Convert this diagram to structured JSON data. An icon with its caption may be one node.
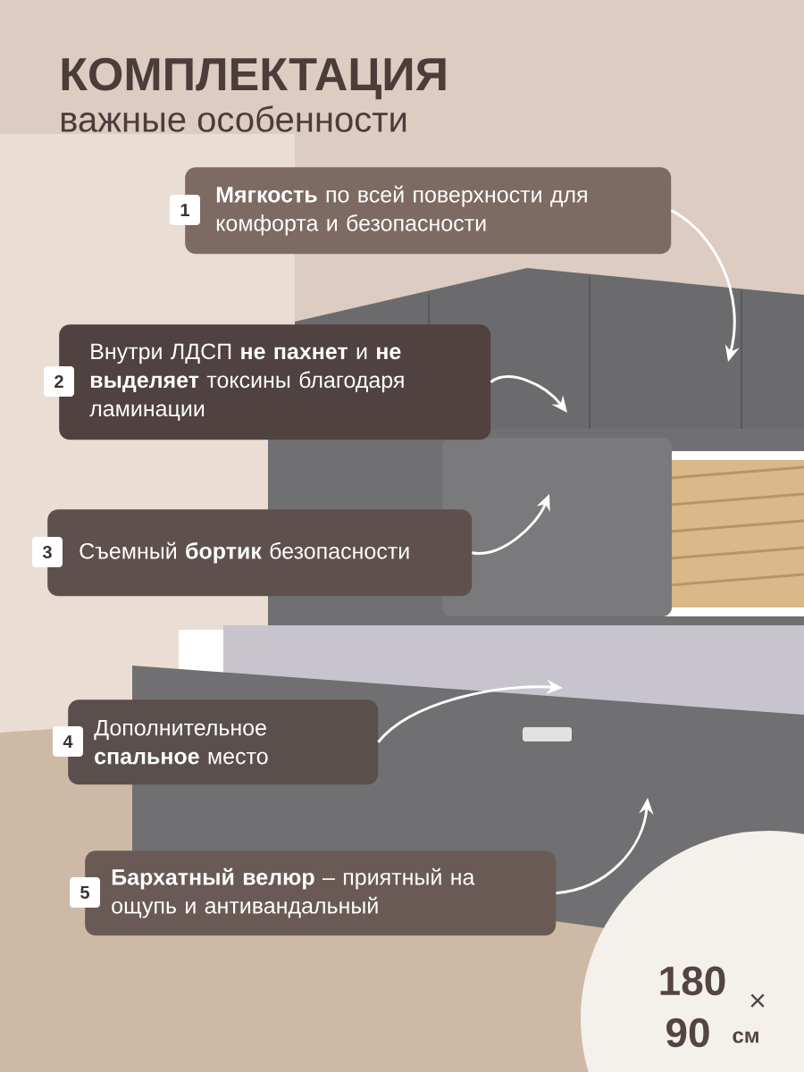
{
  "diagram": {
    "title": "КОМПЛЕКТАЦИЯ",
    "nodes": [
      {
        "text": [
          "1",
          "**Мягкость** по всей поверхности для комфорта и безопасности"
        ]
      },
      {
        "text": [
          "2",
          "Внутри ЛДСП **не пахнет** и **не выделяет** токсины благодаря ламинации"
        ]
      },
      {
        "text": [
          "3",
          "Съемный **бортик** безопасности"
        ]
      },
      {
        "text": [
          "4",
          "Дополнительное **спальное** место"
        ]
      },
      {
        "text": [
          "5",
          "**Бархатный велюр** – приятный на ощупь и антивандальный"
        ]
      },
      {
        "text": [
          "180",
          "×",
          "90",
          "см"
        ]
      }
    ],
    "edges": [
      {
        "from": 0,
        "to": null,
        "arrow": "to"
      },
      {
        "from": 1,
        "to": null,
        "arrow": "to"
      },
      {
        "from": 2,
        "to": null,
        "arrow": "to"
      },
      {
        "from": 3,
        "to": null,
        "arrow": "to"
      },
      {
        "from": 4,
        "to": null,
        "arrow": "to"
      }
    ],
    "labels": [
      "важные особенности"
    ]
  }
}
